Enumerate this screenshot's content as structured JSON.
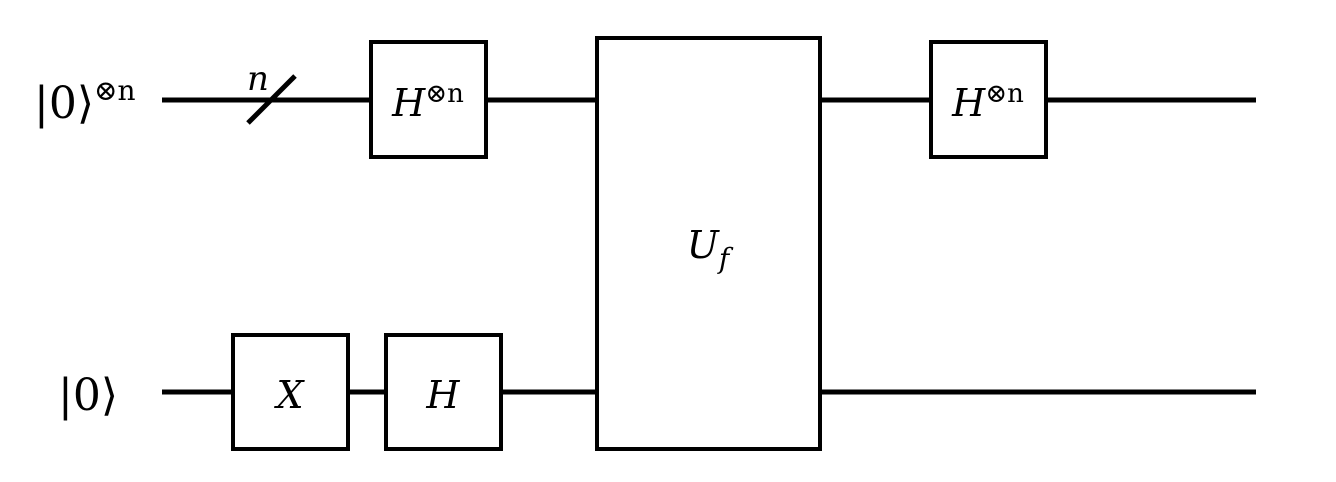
{
  "circuit": {
    "registers": [
      {
        "ket": "|0⟩",
        "power": "⊗n"
      },
      {
        "ket": "|0⟩",
        "power": ""
      }
    ],
    "bundle_label": "n",
    "gates": {
      "h_top_first": {
        "base": "H",
        "power": "⊗n"
      },
      "x_bottom": {
        "base": "X"
      },
      "h_bottom": {
        "base": "H"
      },
      "oracle": {
        "base": "U",
        "sub": "f"
      },
      "h_top_second": {
        "base": "H",
        "power": "⊗n"
      }
    }
  }
}
